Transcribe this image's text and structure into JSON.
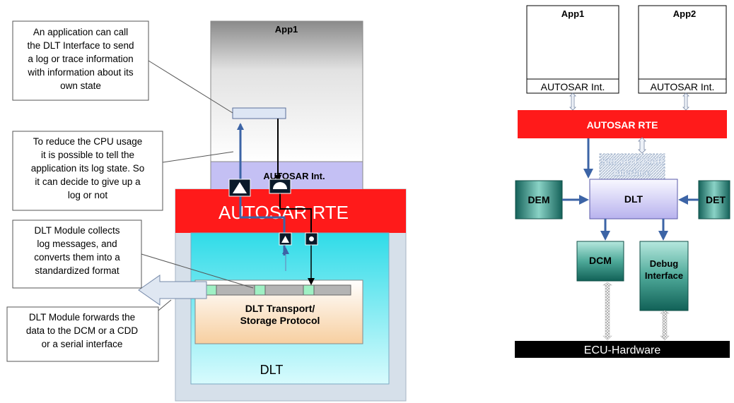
{
  "left_diagram": {
    "callouts": [
      {
        "lines": [
          "An application can call",
          "the DLT Interface to send",
          "a log or trace information",
          "with information about its",
          "own state"
        ]
      },
      {
        "lines": [
          "To reduce the CPU usage",
          "it is possible to tell the",
          "application its log state. So",
          "it can decide to give up a",
          "log or not"
        ]
      },
      {
        "lines": [
          "DLT Module collects",
          "log messages, and",
          "converts them into a",
          "standardized format"
        ]
      },
      {
        "lines": [
          "DLT Module forwards the",
          "data to the DCM or a CDD",
          "or a serial interface"
        ]
      }
    ],
    "app_label": "App1",
    "autosar_int_label": "AUTOSAR Int.",
    "rte_label": "AUTOSAR RTE",
    "transport_lines": [
      "DLT Transport/",
      "Storage Protocol"
    ],
    "dlt_label": "DLT"
  },
  "right_diagram": {
    "app1_label": "App1",
    "app2_label": "App2",
    "app1_int_label": "AUTOSAR Int.",
    "app2_int_label": "AUTOSAR Int.",
    "rte_label": "AUTOSAR RTE",
    "std_interface_lines": [
      "Std. AUTOSAR",
      "Interface"
    ],
    "dem_label": "DEM",
    "dlt_label": "DLT",
    "det_label": "DET",
    "dcm_label": "DCM",
    "debug_lines": [
      "Debug",
      "Interface"
    ],
    "ecu_label": "ECU-Hardware"
  },
  "colors": {
    "rte_red": "#ff1a1a",
    "teal_dark": "#1e7a6c",
    "dlt_cyan": "#3fe0ec",
    "transport_peach": "#fbe0c0",
    "autosar_int_lavender": "#c4c0f4",
    "arrow_blue": "#3c64a6"
  }
}
